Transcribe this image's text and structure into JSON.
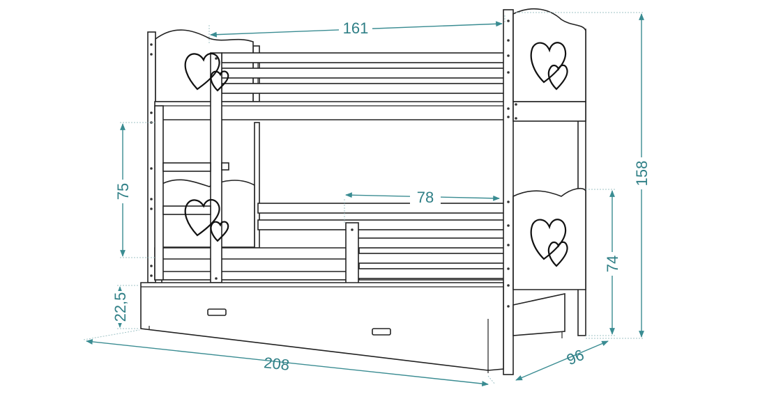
{
  "dimensions": {
    "upper_length": "161",
    "rail_length": "78",
    "lower_height": "75",
    "drawer_height": "22,5",
    "side_height": "74",
    "total_height": "158",
    "total_length": "208",
    "depth": "96"
  },
  "colors": {
    "dimension": "#2f7f86",
    "outline": "#222222",
    "background": "#ffffff"
  },
  "icons": [
    "heart-cutout-icon",
    "drawer-handle-icon"
  ]
}
